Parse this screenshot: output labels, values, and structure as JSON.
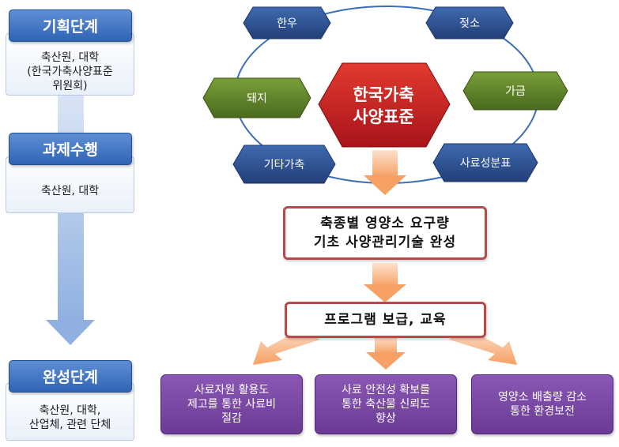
{
  "stages": [
    {
      "title": "기획단계",
      "body": [
        "축산원, 대학",
        "(한국가축사양표준",
        "위원회)"
      ]
    },
    {
      "title": "과제수행",
      "body": [
        "축산원, 대학"
      ]
    },
    {
      "title": "완성단계",
      "body": [
        "축산원, 대학,",
        "산업체, 관련 단체"
      ]
    }
  ],
  "center": [
    "한국가축",
    "사양표준"
  ],
  "hexagons": {
    "hanwoo": "한우",
    "dairy": "젖소",
    "pig": "돼지",
    "poultry": "가금",
    "other": "기타가축",
    "feed": "사료성분표"
  },
  "result_box": [
    "축종별 영양소 요구량",
    "기초 사양관리기술 완성"
  ],
  "program_box": "프로그램 보급, 교육",
  "outcomes": [
    [
      "사료자원 활용도",
      "제고를 통한 사료비",
      "절감"
    ],
    [
      "사료 안전성 확보를",
      "통한 축산물 신뢰도",
      "향상"
    ],
    [
      "영양소 배출량 감소",
      "통한 환경보전"
    ]
  ],
  "colors": {
    "blue_hex": "#2f5597",
    "green_hex": "#5a7b25",
    "center_red": "#c0191c",
    "stage_blue": "#3a6fc0",
    "purple": "#7a48a6",
    "arrow_orange": "#f7a56a"
  }
}
